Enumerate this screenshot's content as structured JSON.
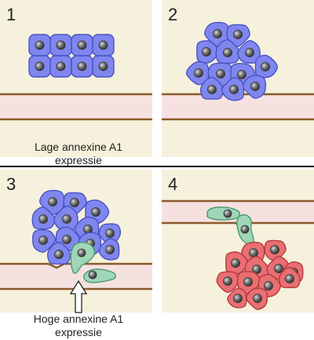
{
  "panels": [
    {
      "number": "1"
    },
    {
      "number": "2"
    },
    {
      "number": "3"
    },
    {
      "number": "4"
    }
  ],
  "captions": {
    "low": {
      "line1": "Lage annexine A1",
      "line2": "expressie"
    },
    "high": {
      "line1": "Hoge annexine A1",
      "line2": "expressie"
    }
  },
  "colors": {
    "panel_bg": "#f6f1dc",
    "vessel_fill": "#f6e1e1",
    "vessel_wall": "#8a5a2b",
    "cell_blue": "#7f86ee",
    "cell_blue_stroke": "#4a52c4",
    "cell_green": "#9fd6b8",
    "cell_green_stroke": "#4a9a70",
    "cell_red": "#ea6f72",
    "cell_red_stroke": "#b23a3e",
    "nucleus": "#555555",
    "divider": "#000000"
  }
}
